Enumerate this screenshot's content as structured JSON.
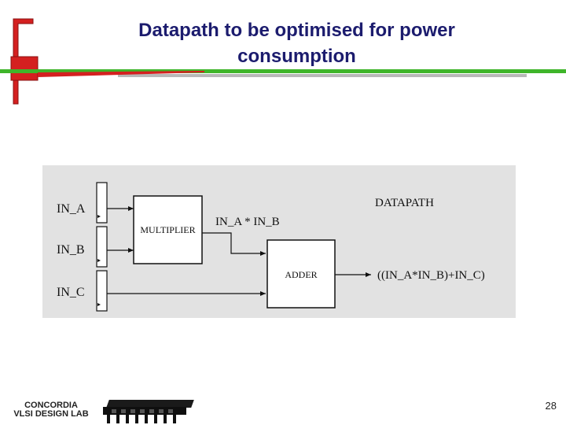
{
  "slide": {
    "title_line1": "Datapath to be optimised for power",
    "title_line2": "consumption",
    "page_number": "28",
    "accent_color": "#d42020",
    "rule_color": "#3fb52a",
    "title_color": "#1c1c6e"
  },
  "diagram": {
    "inputs": [
      "IN_A",
      "IN_B",
      "IN_C"
    ],
    "datapath_label": "DATAPATH",
    "multiplier_label": "MULTIPLIER",
    "adder_label": "ADDER",
    "product_label": "IN_A * IN_B",
    "output_label": "((IN_A*IN_B)+IN_C)"
  },
  "footer": {
    "logo_line1": "CONCORDIA",
    "logo_line2": "VLSI DESIGN LAB"
  }
}
